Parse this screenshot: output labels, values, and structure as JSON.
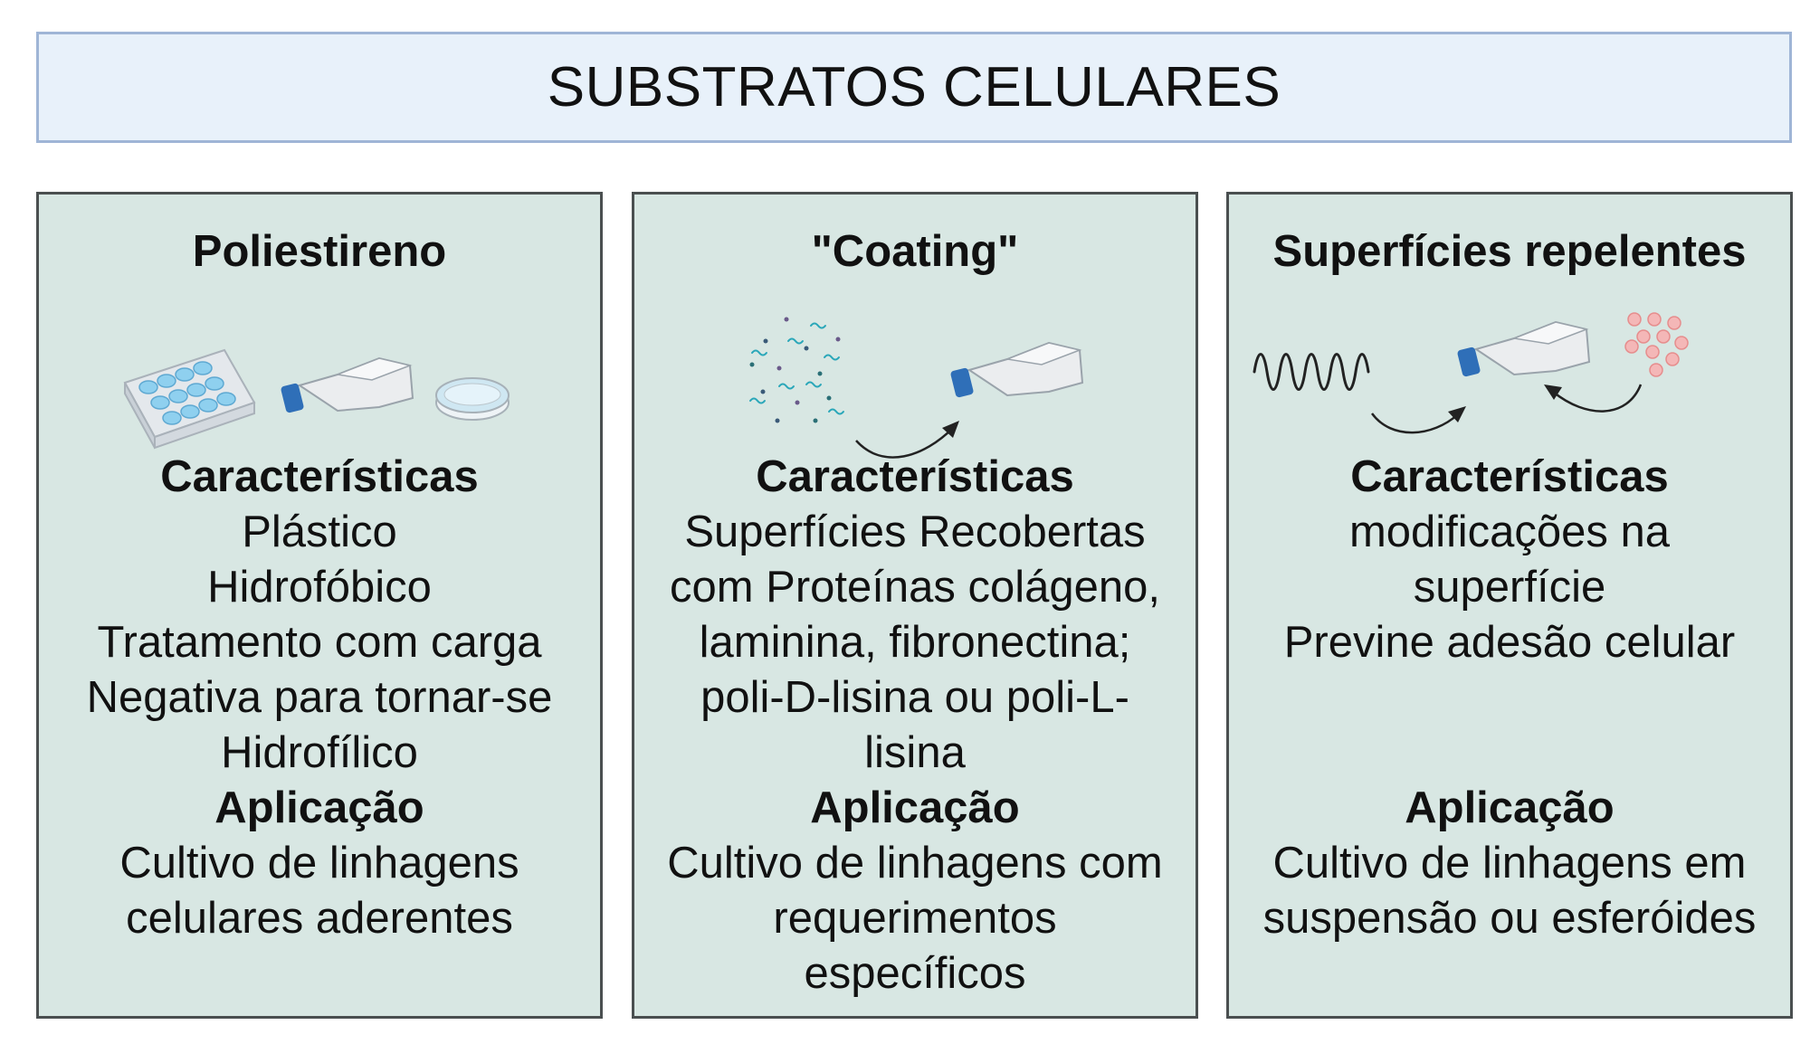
{
  "title": "SUBSTRATOS CELULARES",
  "colors": {
    "title_bg": "#e8f1fa",
    "title_border": "#9fb5d6",
    "panel_bg": "#d8e7e3",
    "panel_border": "#4a4f50",
    "flask_cap": "#2f6fb8"
  },
  "panels": [
    {
      "title": "Poliestireno",
      "icons": [
        "multiwell-plate-icon",
        "culture-flask-icon",
        "petri-dish-icon"
      ],
      "char_heading": "Características",
      "char_lines": [
        "Plástico",
        "Hidrofóbico",
        "Tratamento com carga",
        "Negativa para tornar-se",
        "Hidrofílico"
      ],
      "app_heading": "Aplicação",
      "app_lines": [
        "Cultivo de linhagens",
        "celulares aderentes"
      ]
    },
    {
      "title": "\"Coating\"",
      "icons": [
        "protein-molecules-icon",
        "curved-arrow-icon",
        "culture-flask-icon"
      ],
      "char_heading": "Características",
      "char_lines": [
        "Superfícies Recobertas",
        "com Proteínas colágeno,",
        "laminina, fibronectina;",
        "poli-D-lisina ou poli-L-",
        "lisina"
      ],
      "app_heading": "Aplicação",
      "app_lines": [
        "Cultivo de linhagens com",
        "requerimentos",
        "específicos"
      ]
    },
    {
      "title": "Superfícies repelentes",
      "icons": [
        "wave-icon",
        "curved-arrow-icon",
        "culture-flask-icon",
        "curved-arrow-icon",
        "cell-cluster-icon"
      ],
      "char_heading": "Características",
      "char_lines": [
        "modificações na",
        "superfície",
        "Previne adesão celular"
      ],
      "app_heading": "Aplicação",
      "app_lines": [
        "Cultivo de linhagens em",
        "suspensão ou esferóides"
      ]
    }
  ]
}
